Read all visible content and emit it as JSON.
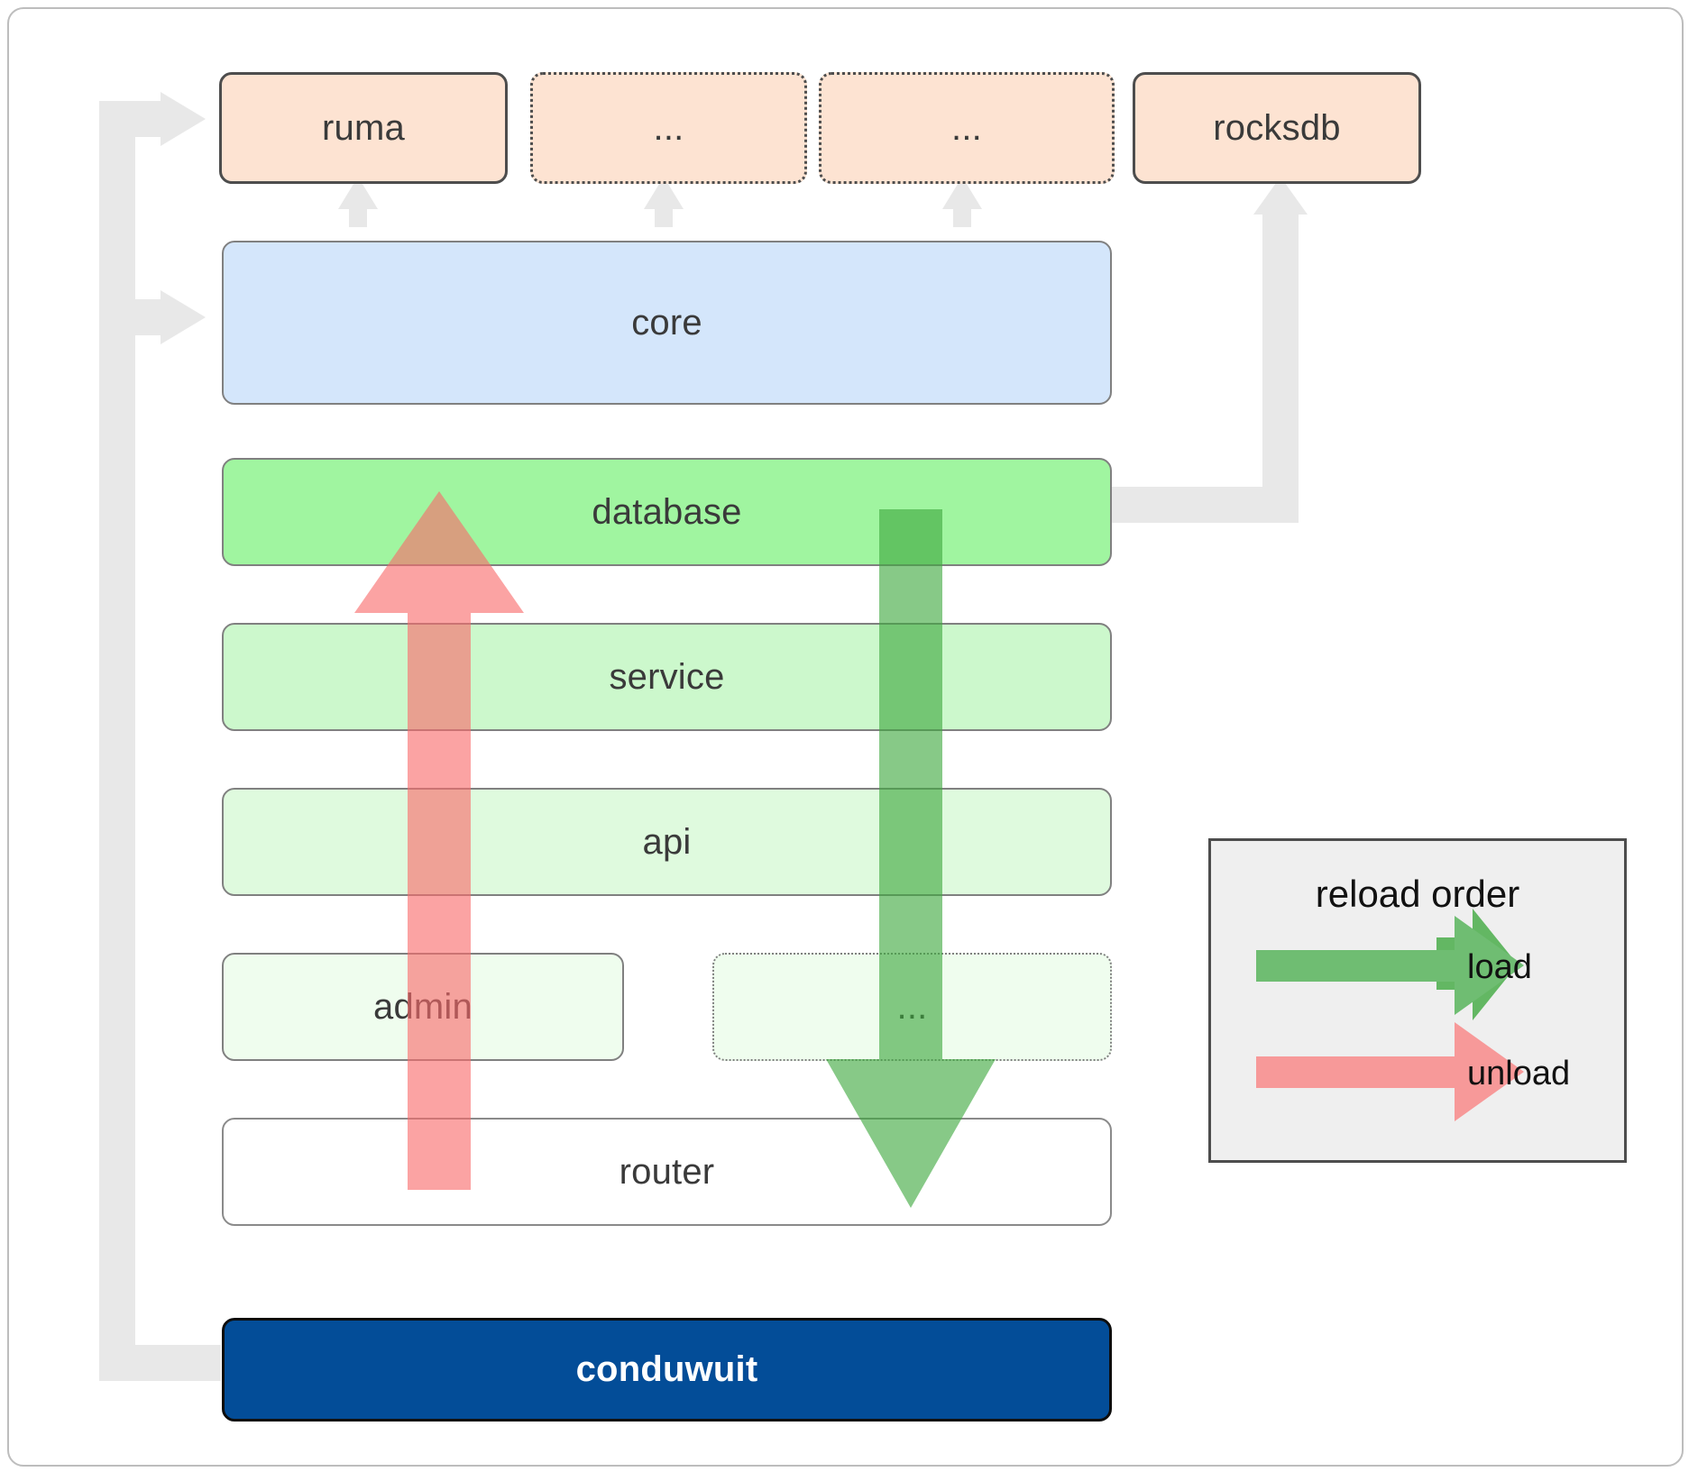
{
  "diagram": {
    "title": "conduwuit crate layering and reload order",
    "colors": {
      "orange_fill": "#fde3d2",
      "blue_fill": "#d4e6fb",
      "green_fill_1": "#a0f5a0",
      "green_fill_2": "#ccf8cc",
      "green_fill_3": "#dffade",
      "green_fill_4": "#effdee",
      "navy_fill": "#034d98",
      "connector_gray": "#e8e8e8",
      "load_green": "#4caf50",
      "unload_red": "#f98080",
      "legend_bg": "#efefef"
    },
    "external_row": [
      {
        "label": "ruma",
        "style": "solid"
      },
      {
        "label": "...",
        "style": "dotted"
      },
      {
        "label": "...",
        "style": "dotted"
      },
      {
        "label": "rocksdb",
        "style": "solid"
      }
    ],
    "layers": [
      {
        "label": "core",
        "tone": "blue"
      },
      {
        "label": "database",
        "tone": "green1"
      },
      {
        "label": "service",
        "tone": "green2"
      },
      {
        "label": "api",
        "tone": "green3"
      }
    ],
    "split_row": [
      {
        "label": "admin",
        "tone": "green4",
        "style": "solid"
      },
      {
        "label": "...",
        "tone": "green4",
        "style": "dotted"
      }
    ],
    "router": {
      "label": "router"
    },
    "binary": {
      "label": "conduwuit"
    },
    "legend": {
      "title": "reload order",
      "items": [
        {
          "label": "load",
          "color": "#4caf50",
          "direction": "right"
        },
        {
          "label": "unload",
          "color": "#f98080",
          "direction": "right"
        }
      ]
    },
    "flow_arrows": [
      {
        "name": "unload-arrow",
        "direction": "up",
        "color": "#f98080"
      },
      {
        "name": "load-arrow",
        "direction": "down",
        "color": "#4caf50"
      }
    ]
  }
}
